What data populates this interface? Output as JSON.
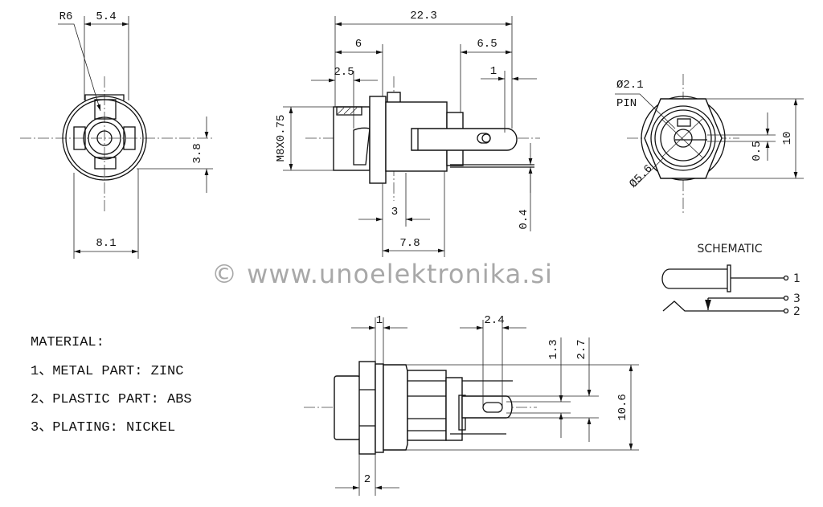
{
  "front_view": {
    "radius_label": "R6",
    "dim_width_top": "5.4",
    "dim_height": "3.8",
    "dim_width_bottom": "8.1"
  },
  "side_view": {
    "dim_total": "22.3",
    "dim_front": "6",
    "dim_rear": "6.5",
    "dim_cap": "2.5",
    "dim_pin_end": "1",
    "thread": "M8X0.75",
    "dim_flange": "3",
    "dim_body": "7.8",
    "dim_terminal": "0.4"
  },
  "rear_view": {
    "pin_diameter": "Ø2.1",
    "pin_label": "PIN",
    "bore_diameter": "Ø5.6",
    "dim_offset": "0.5",
    "dim_hex": "10"
  },
  "top_view": {
    "dim_flange": "1",
    "dim_slot": "2.4",
    "dim_pin": "1.3",
    "dim_pin_outer": "2.7",
    "dim_height": "10.6",
    "dim_nut": "2"
  },
  "watermark": "© www.unoelektronika.si",
  "schematic": {
    "title": "SCHEMATIC",
    "pins": [
      "1",
      "3",
      "2"
    ]
  },
  "material": {
    "title": "MATERIAL:",
    "items": [
      "1、METAL PART: ZINC",
      "2、PLASTIC PART: ABS",
      "3、PLATING: NICKEL"
    ]
  }
}
